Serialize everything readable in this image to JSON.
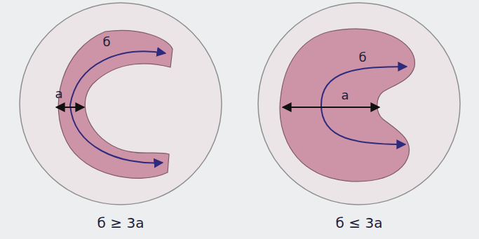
{
  "diagram": {
    "labels": [
      "б",
      "а",
      "б",
      "а",
      "б ≥ 3а",
      "б ≤ 3а"
    ]
  }
}
